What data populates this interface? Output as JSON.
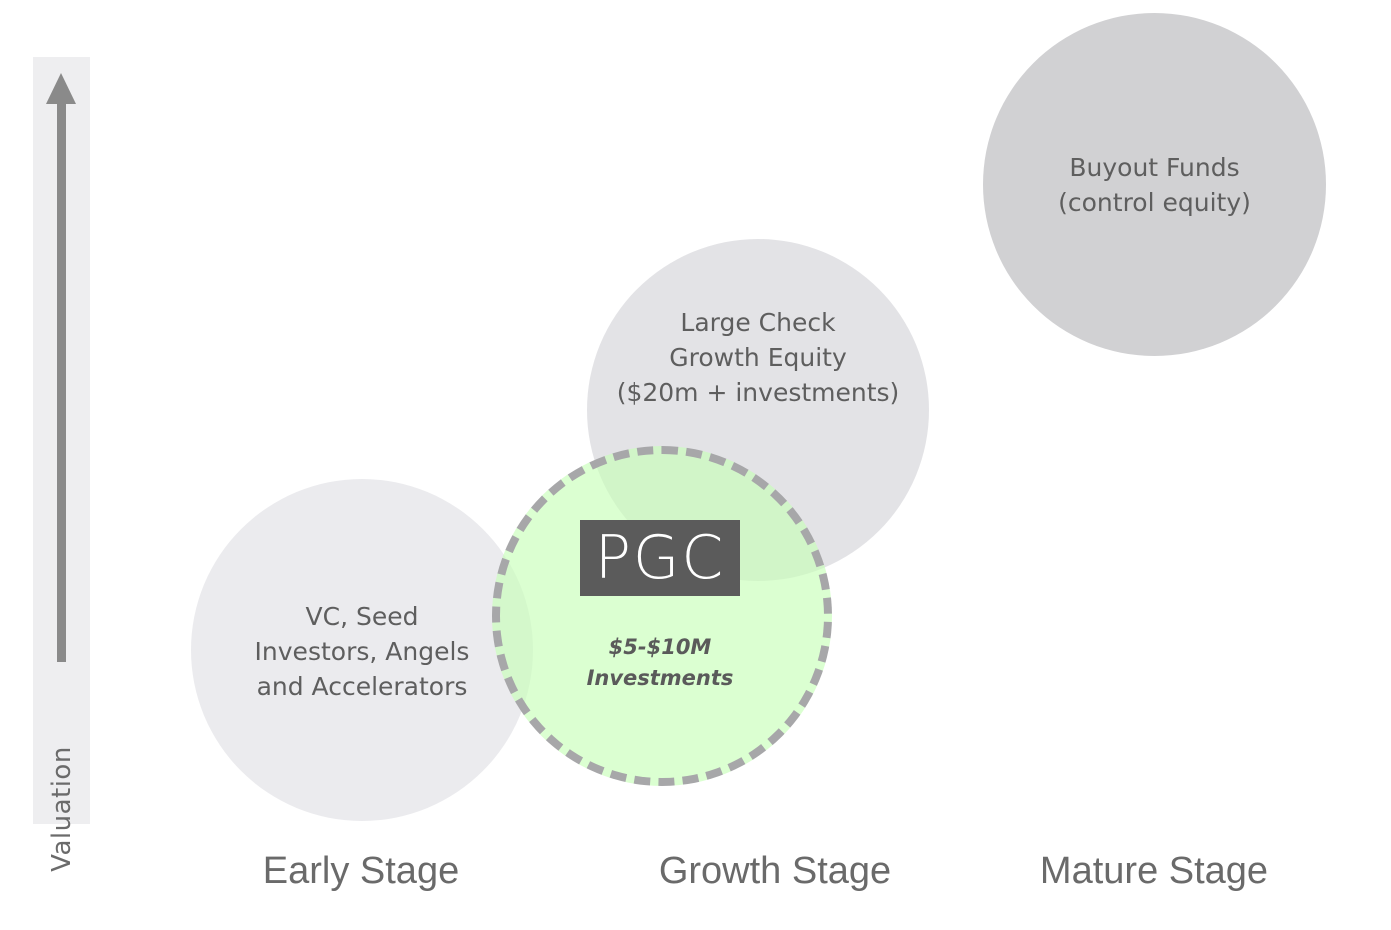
{
  "axis": {
    "label": "Valuation"
  },
  "bubbles": {
    "early": {
      "lines": [
        "VC, Seed",
        "Investors, Angels",
        "and Accelerators"
      ]
    },
    "growth": {
      "lines": [
        "Large Check",
        "Growth Equity",
        "($20m + investments)"
      ]
    },
    "buyout": {
      "lines": [
        "Buyout Funds",
        "(control equity)"
      ]
    }
  },
  "pgc": {
    "logo": "PGC",
    "amount_lines": [
      "$5-$10M",
      "Investments"
    ]
  },
  "stages": {
    "early": "Early Stage",
    "growth": "Growth Stage",
    "mature": "Mature Stage"
  },
  "colors": {
    "pgc_fill": "#c8ffb9",
    "logo_bg": "#5b5b5b",
    "bubble_gray": "#d1d1d3",
    "arrow": "#8a8a8a"
  }
}
